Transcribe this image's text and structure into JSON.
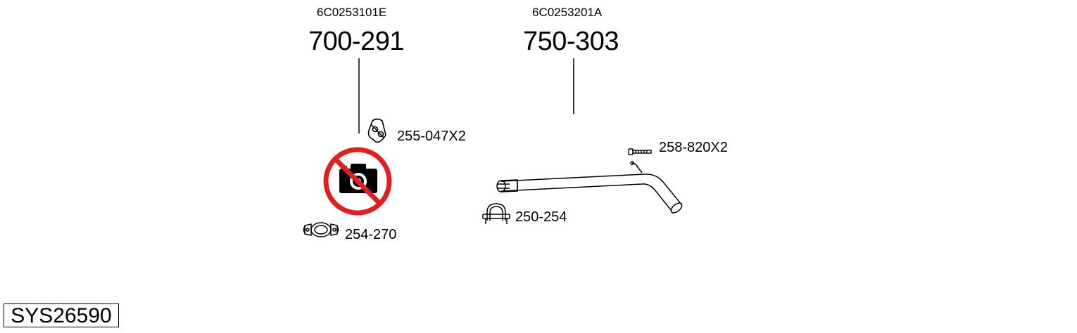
{
  "parts": [
    {
      "oem": "6C0253101E",
      "number": "700-291",
      "no_image": true
    },
    {
      "oem": "6C0253201A",
      "number": "750-303"
    }
  ],
  "accessories": [
    {
      "label": "255-047X2",
      "icon": "rubber-hanger-icon"
    },
    {
      "label": "254-270",
      "icon": "flange-clamp-icon"
    },
    {
      "label": "250-254",
      "icon": "u-clamp-icon"
    },
    {
      "label": "258-820X2",
      "icon": "bolt-icon"
    }
  ],
  "system_code": "SYS26590",
  "colors": {
    "no_image_ring": "#e02020",
    "line": "#000000"
  }
}
